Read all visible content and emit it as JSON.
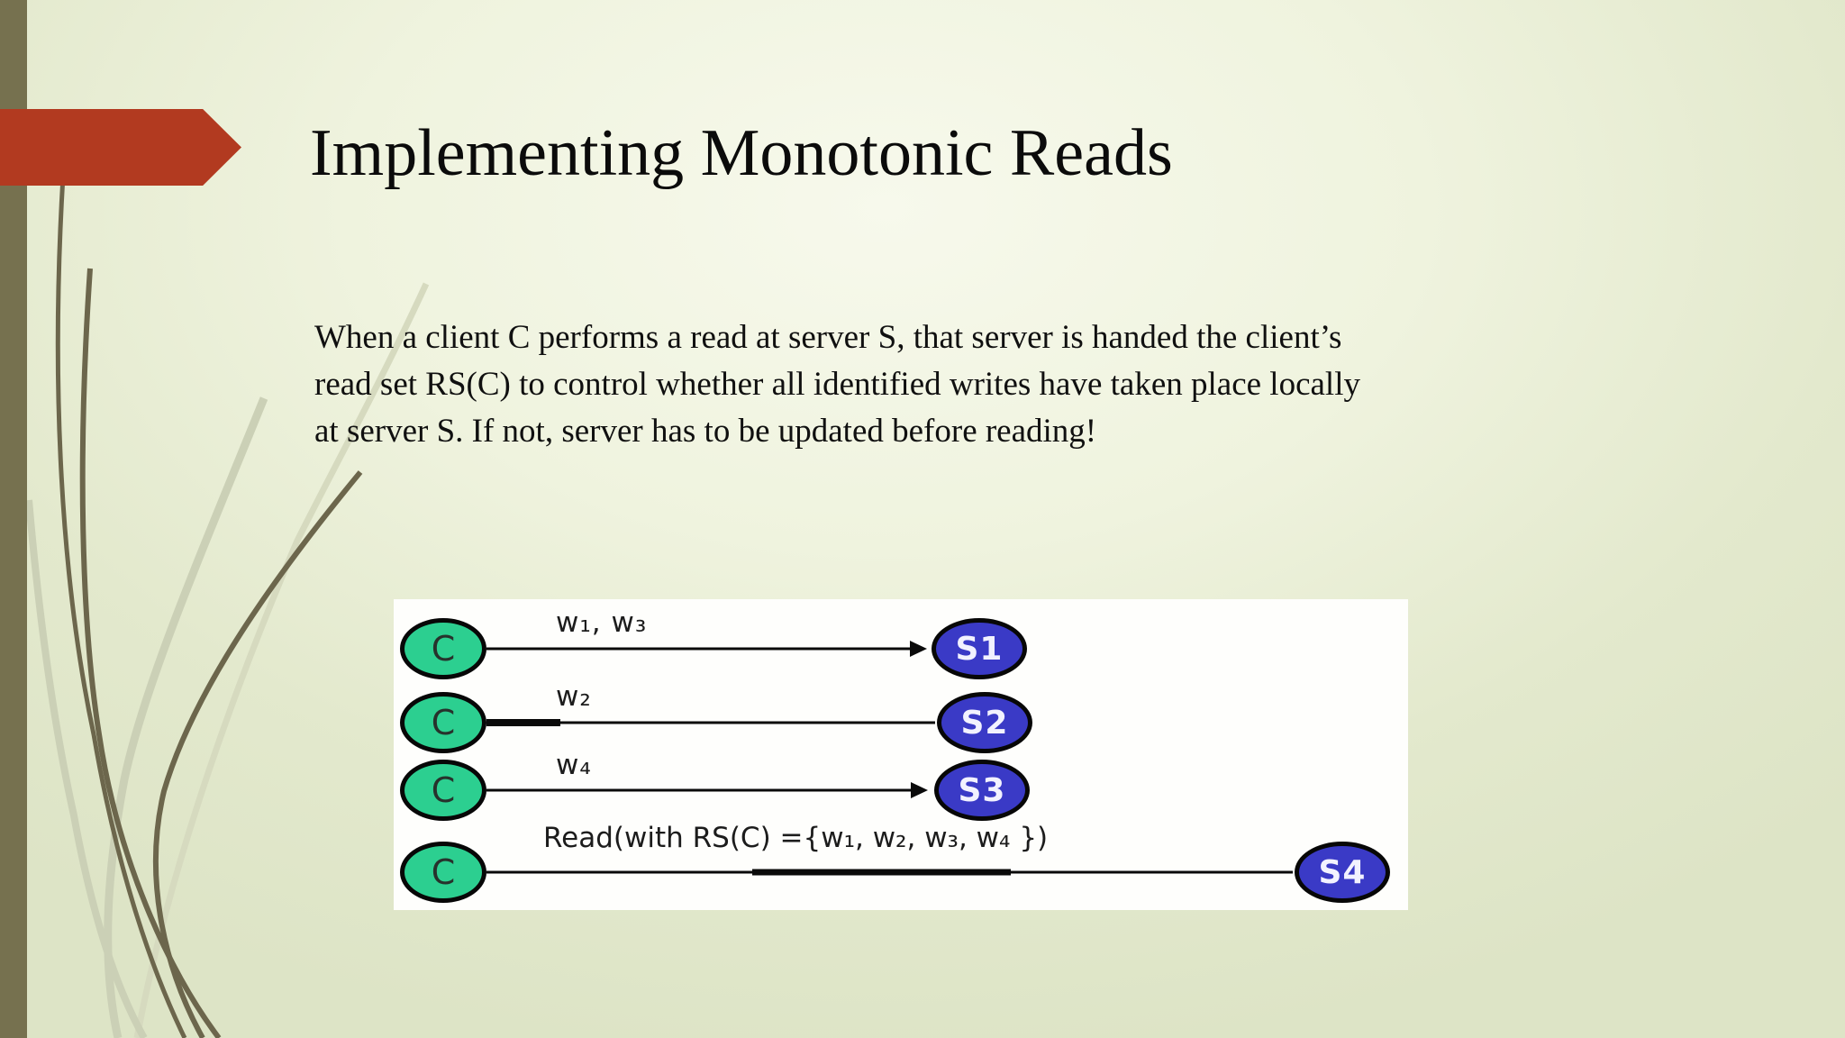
{
  "slide": {
    "title": "Implementing Monotonic Reads",
    "body_lines": [
      "When a client C performs a read at server S, that server is handed the client’s",
      "read set RS(C) to control whether all identified writes have taken place locally",
      "at server S. If not, server has to be updated before reading!"
    ]
  },
  "diagram": {
    "rows": [
      {
        "client": "C",
        "server": "S1",
        "label": "w₁, w₃",
        "arrow": true
      },
      {
        "client": "C",
        "server": "S2",
        "label": "w₂",
        "arrow": false
      },
      {
        "client": "C",
        "server": "S3",
        "label": "w₄",
        "arrow": true
      },
      {
        "client": "C",
        "server": "S4",
        "label": "Read(with RS(C) ={w₁, w₂, w₃, w₄ })",
        "arrow": false
      }
    ]
  },
  "colors": {
    "bar": "#76714f",
    "arrow": "#b23a20",
    "client_fill": "#2ccf90",
    "server_fill": "#3a3ac6",
    "node_border": "#070707",
    "connector": "#0a0a0a",
    "diagram_bg": "#fefefc",
    "title_text": "#0b0b0b",
    "body_text": "#101010",
    "label_text": "#1c1c1c",
    "server_text": "#f2f2ff",
    "client_text": "#27322c"
  }
}
